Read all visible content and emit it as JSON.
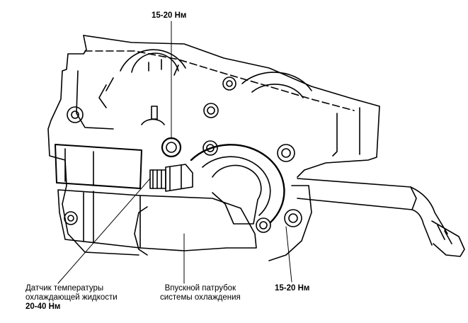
{
  "callouts": {
    "torque_top": "15-20 Нм",
    "torque_right": "15-20 Нм",
    "sensor": {
      "line1": "Датчик температуры",
      "line2": "охлаждающей жидкости",
      "torque": "20-40 Нм"
    },
    "inlet": {
      "line1": "Впускной патрубок",
      "line2": "системы охлаждения"
    }
  }
}
